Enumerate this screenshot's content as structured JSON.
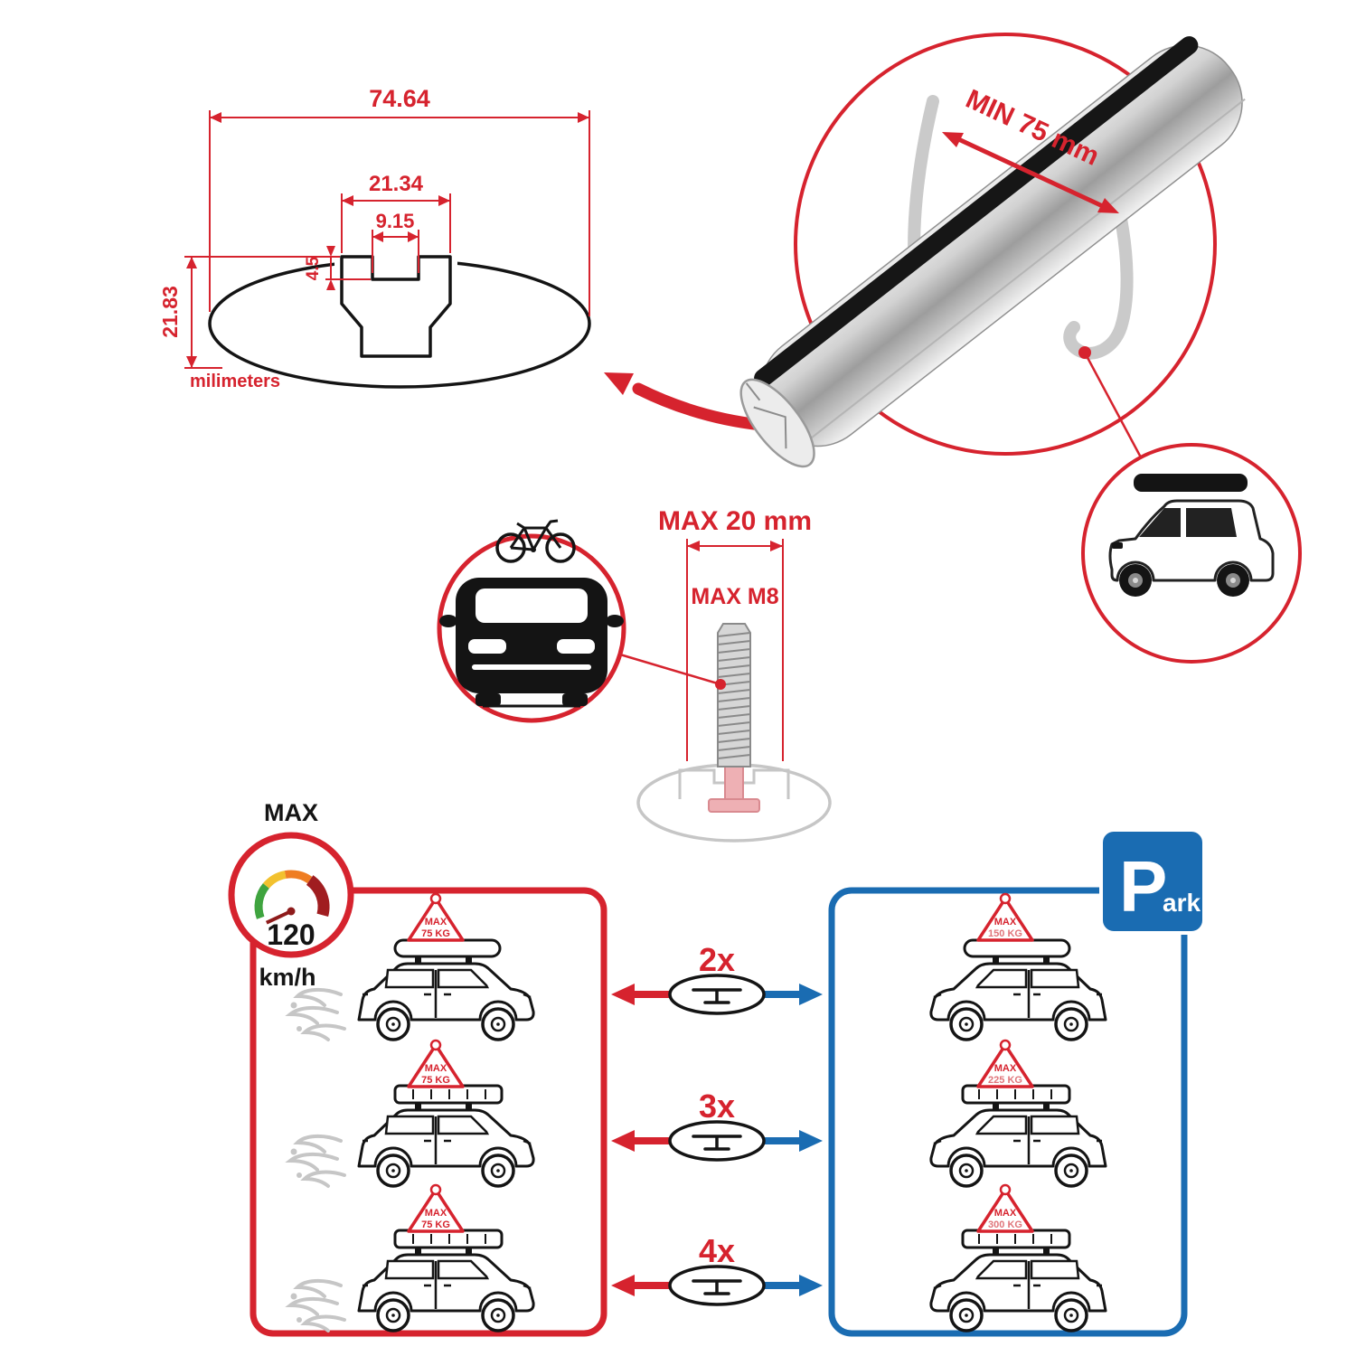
{
  "colors": {
    "accent_red": "#d6232e",
    "accent_blue": "#1a6cb2",
    "ink_dark": "#141414",
    "ghost_gray": "#c8c8c8",
    "silver": "#bdbdbd"
  },
  "cross_section": {
    "total_width_mm": "74.64",
    "channel_width_mm": "21.34",
    "slot_width_mm": "9.15",
    "slot_depth_mm": "4.5",
    "profile_height_mm": "21.83",
    "unit_label": "milimeters"
  },
  "bar_inset": {
    "min_clamp_span": "MIN 75 mm"
  },
  "bolt_inset": {
    "max_protrusion": "MAX 20 mm",
    "max_thread": "MAX M8"
  },
  "speed_limit": {
    "label": "MAX",
    "value": "120",
    "unit": "km/h"
  },
  "parking_sign": {
    "initial": "P",
    "suffix": "ark"
  },
  "load_table": {
    "rows": [
      {
        "bar_count": "2x",
        "drive_label": "MAX",
        "drive_load": "75 KG",
        "park_label": "MAX",
        "park_load": "150 KG"
      },
      {
        "bar_count": "3x",
        "drive_label": "MAX",
        "drive_load": "75 KG",
        "park_label": "MAX",
        "park_load": "225 KG"
      },
      {
        "bar_count": "4x",
        "drive_label": "MAX",
        "drive_load": "75 KG",
        "park_label": "MAX",
        "park_load": "300 KG"
      }
    ]
  }
}
